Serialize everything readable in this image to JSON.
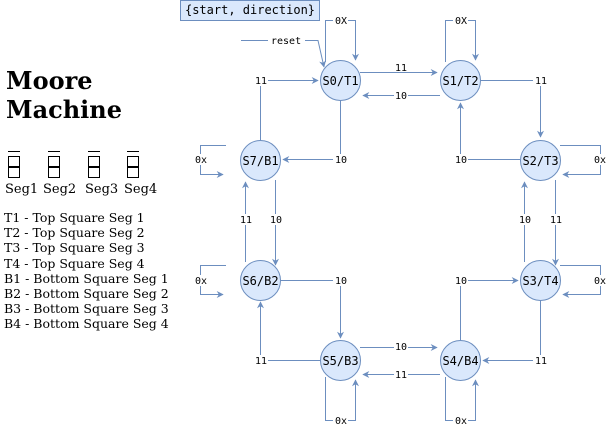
{
  "title": [
    "Moore",
    "Machine"
  ],
  "note": "{start, direction}",
  "reset_label": "reset",
  "segments": [
    "Seg1",
    "Seg2",
    "Seg3",
    "Seg4"
  ],
  "legend": [
    "T1 - Top Square Seg 1",
    "T2 - Top Square Seg 2",
    "T3 - Top Square Seg 3",
    "T4 - Top Square Seg 4",
    "B1 - Bottom Square Seg 1",
    "B2 - Bottom Square Seg 2",
    "B3 - Bottom Square Seg 3",
    "B4 - Bottom Square Seg 4"
  ],
  "states": [
    "S0/T1",
    "S1/T2",
    "S2/T3",
    "S3/T4",
    "S4/B4",
    "S5/B3",
    "S6/B2",
    "S7/B1"
  ],
  "transition_labels": {
    "s0_s1": "11",
    "s1_s0": "10",
    "s1_s2": "11",
    "s2_s1": "10",
    "s2_s3": "11",
    "s3_s2": "10",
    "s3_s4": "11",
    "s4_s3": "10",
    "s4_s5": "11",
    "s5_s4": "10",
    "s5_s6": "11",
    "s6_s5": "10",
    "s6_s7": "11",
    "s7_s6": "10",
    "s7_s0": "11",
    "s0_s7": "10"
  },
  "self_loops": {
    "s0": "0X",
    "s1": "0X",
    "s2": "0x",
    "s3": "0x",
    "s4": "0x",
    "s5": "0x",
    "s6": "0x",
    "s7": "0x"
  },
  "colors": {
    "state_fill": "#dae8fc",
    "state_stroke": "#6c8ebf",
    "edge": "#6c8ebf",
    "reset_line": "#6c8ebf"
  }
}
